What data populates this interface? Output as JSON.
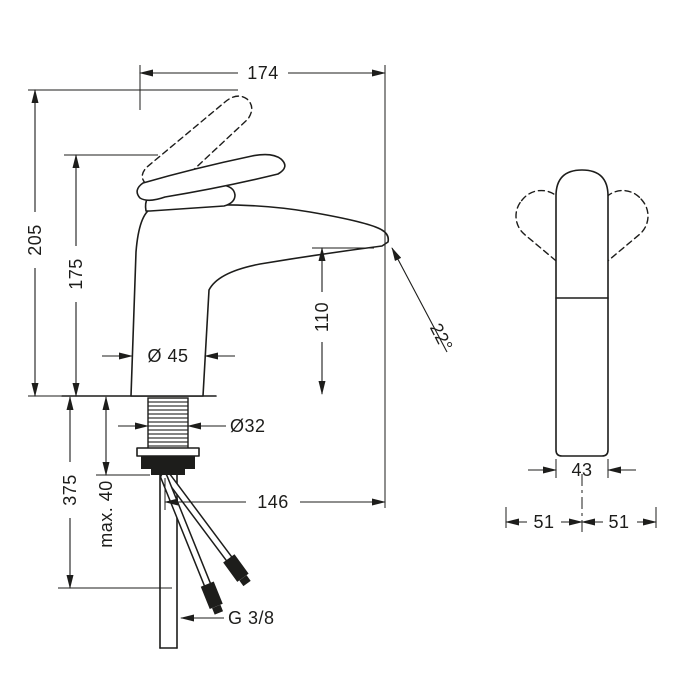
{
  "colors": {
    "line": "#1d1d1b",
    "background": "#ffffff"
  },
  "side_view": {
    "dim_depth_total": "174",
    "dim_height_total": "205",
    "dim_height_body": "175",
    "dim_height_spout": "110",
    "dim_base_diameter": "Ø 45",
    "dim_shank_diameter": "Ø32",
    "dim_spray_angle": "22°",
    "dim_hose_length": "375",
    "dim_max_thickness": "max. 40",
    "dim_projection": "146",
    "dim_connection_thread": "G 3/8"
  },
  "front_view": {
    "dim_width": "43",
    "dim_swing_left": "51",
    "dim_swing_right": "51"
  }
}
